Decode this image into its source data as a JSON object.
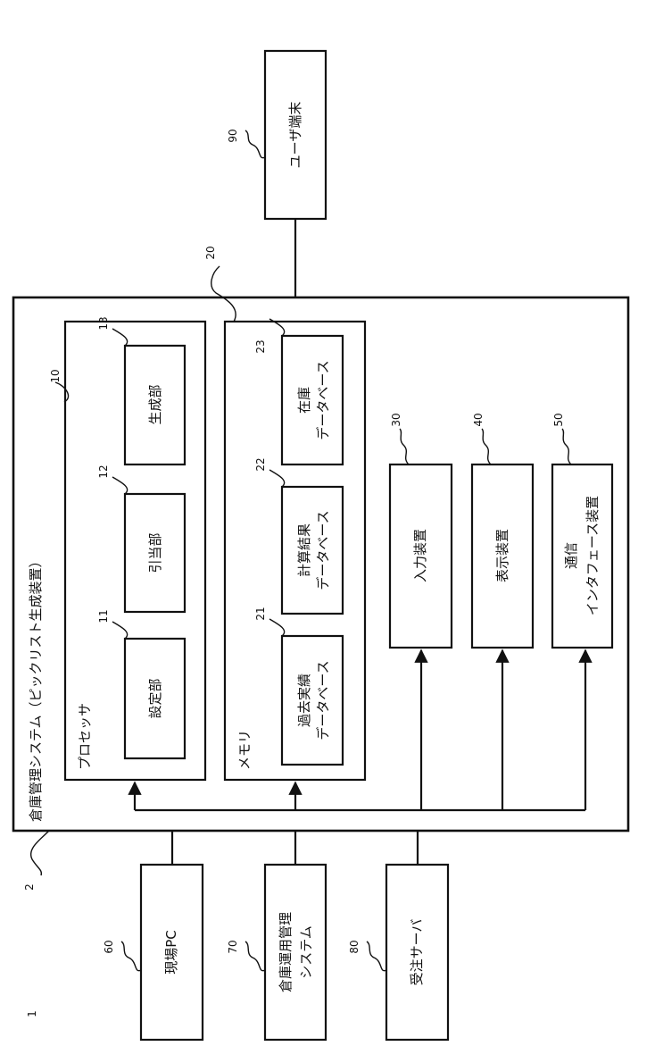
{
  "figure_label": "1",
  "system": {
    "ref": "2",
    "title": "倉庫管理システム（ピックリスト生成装置）"
  },
  "processor": {
    "ref": "10",
    "label": "プロセッサ",
    "units": [
      {
        "ref": "11",
        "label": "設定部"
      },
      {
        "ref": "12",
        "label": "引当部"
      },
      {
        "ref": "13",
        "label": "生成部"
      }
    ]
  },
  "memory": {
    "ref": "20",
    "label": "メモリ",
    "databases": [
      {
        "ref": "21",
        "line1": "過去実績",
        "line2": "データベース"
      },
      {
        "ref": "22",
        "line1": "計算結果",
        "line2": "データベース"
      },
      {
        "ref": "23",
        "line1": "在庫",
        "line2": "データベース"
      }
    ]
  },
  "devices": [
    {
      "ref": "30",
      "line1": "入力装置",
      "line2": ""
    },
    {
      "ref": "40",
      "line1": "表示装置",
      "line2": ""
    },
    {
      "ref": "50",
      "line1": "通信",
      "line2": "インタフェース装置"
    }
  ],
  "external": [
    {
      "ref": "60",
      "line1": "現場PC",
      "line2": ""
    },
    {
      "ref": "70",
      "line1": "倉庫運用管理",
      "line2": "システム"
    },
    {
      "ref": "80",
      "line1": "受注サーバ",
      "line2": ""
    }
  ],
  "user_terminal": {
    "ref": "90",
    "label": "ユーザ端末"
  }
}
